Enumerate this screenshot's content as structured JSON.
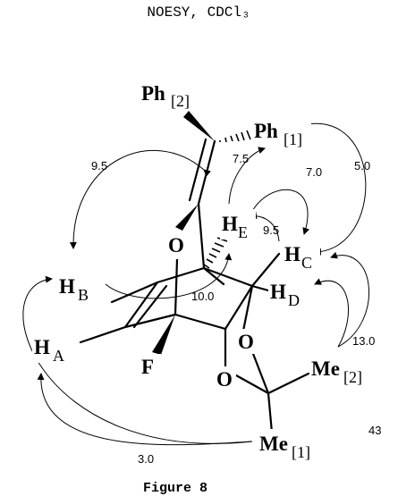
{
  "header": {
    "title": "NOESY, CDCl₃"
  },
  "footer": {
    "caption": "Figure 8",
    "page_number": "43"
  },
  "atoms": {
    "ph2_main": "Ph",
    "ph2_sub": "[2]",
    "ph1_main": "Ph",
    "ph1_sub": "[1]",
    "o_bridge": "O",
    "he_main": "H",
    "he_sub": "E",
    "hc_main": "H",
    "hc_sub": "C",
    "hb_main": "H",
    "hb_sub": "B",
    "hd_main": "H",
    "hd_sub": "D",
    "ha_main": "H",
    "ha_sub": "A",
    "f": "F",
    "o_ring_right": "O",
    "o_ring_left": "O",
    "me2_main": "Me",
    "me2_sub": "[2]",
    "me1_main": "Me",
    "me1_sub": "[1]"
  },
  "noe_labels": {
    "hb_ph1": "9.5",
    "he_ph1": "7.5",
    "hc_ph1": "5.0",
    "he_hc_a": "7.0",
    "he_hc_b": "9.5",
    "hb_he": "10.0",
    "hc_hd_me2": "13.0",
    "ha_me1": "3.0"
  }
}
